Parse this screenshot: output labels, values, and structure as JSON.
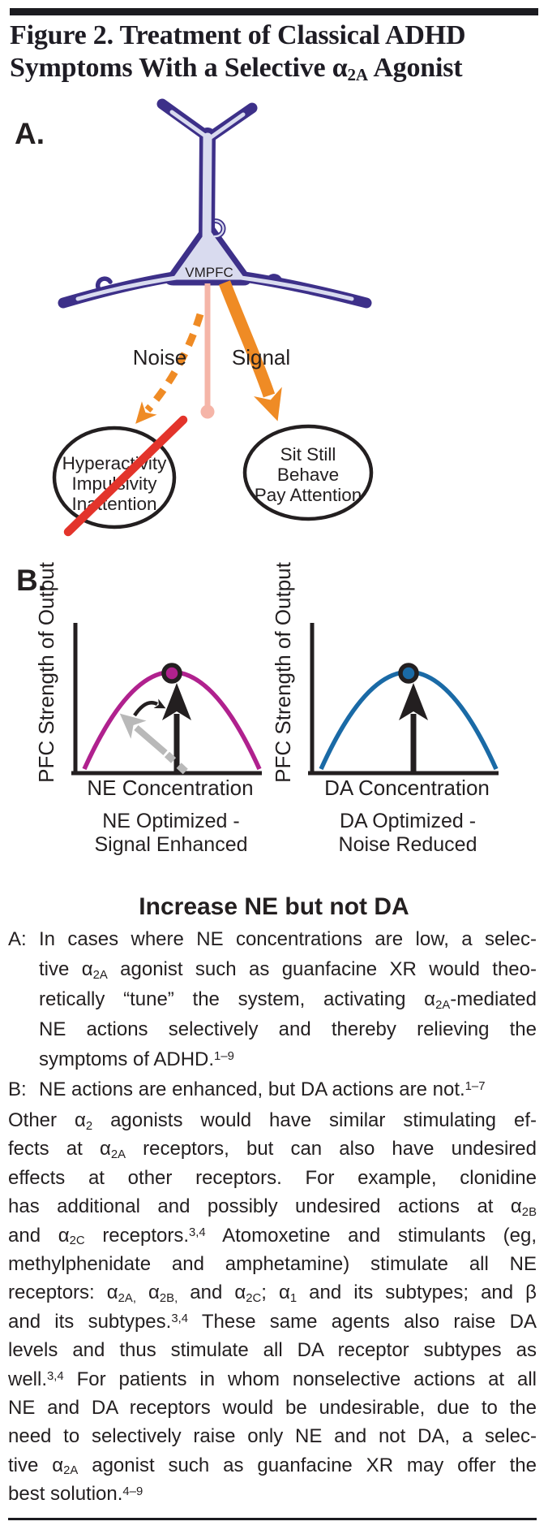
{
  "title": {
    "line1": "Figure 2. Treatment of Classical ADHD",
    "line2_segments": [
      {
        "t": "Symptoms With a Selective α"
      },
      {
        "sub": "2A"
      },
      {
        "t": " Agonist"
      }
    ]
  },
  "panel_a": {
    "label": "A.",
    "neuron_label": "VMPFC",
    "noise_label": "Noise",
    "signal_label": "Signal",
    "symptoms": [
      "Hyperactivity",
      "Impulsivity",
      "Inattention"
    ],
    "symptoms_blocked": true,
    "behaviors": [
      "Sit Still",
      "Behave",
      "Pay Attention"
    ]
  },
  "panel_b": {
    "label": "B."
  },
  "chart_data": [
    {
      "type": "line",
      "title": "NE Optimized - Signal Enhanced",
      "caption_lines": [
        "NE Optimized -",
        "Signal Enhanced"
      ],
      "xlabel": "NE Concentration",
      "ylabel": "PFC Strength of Output",
      "x": [
        0,
        1,
        2,
        3,
        4,
        5,
        6,
        7,
        8,
        9,
        10
      ],
      "y": [
        0,
        0.36,
        0.64,
        0.84,
        0.96,
        1.0,
        0.96,
        0.84,
        0.64,
        0.36,
        0
      ],
      "curve_color": "#b0218e",
      "peak_marker": {
        "x": 5,
        "y": 1.0
      },
      "grid": false,
      "annotations": [
        "black vertical arrow up at optimum",
        "gray tilted arrow with dashed tail (before state)",
        "curved arrow showing rotation from gray to black arrow"
      ]
    },
    {
      "type": "line",
      "title": "DA Optimized - Noise Reduced",
      "caption_lines": [
        "DA Optimized -",
        "Noise Reduced"
      ],
      "xlabel": "DA Concentration",
      "ylabel": "PFC Strength of Output",
      "x": [
        0,
        1,
        2,
        3,
        4,
        5,
        6,
        7,
        8,
        9,
        10
      ],
      "y": [
        0,
        0.36,
        0.64,
        0.84,
        0.96,
        1.0,
        0.96,
        0.84,
        0.64,
        0.36,
        0
      ],
      "curve_color": "#1a6aa6",
      "peak_marker": {
        "x": 5,
        "y": 1.0
      },
      "grid": false,
      "annotations": [
        "black vertical arrow up at optimum"
      ]
    }
  ],
  "heading": "Increase NE but not DA",
  "notes": [
    {
      "label": "A:",
      "lines": [
        [
          {
            "t": "In cases where NE concentrations are low, a selec-"
          }
        ],
        [
          {
            "t": "tive α"
          },
          {
            "sub": "2A"
          },
          {
            "t": " agonist such as guanfacine XR would theo-"
          }
        ],
        [
          {
            "t": "retically “tune” the system, activating α"
          },
          {
            "sub": "2A"
          },
          {
            "t": "-mediated"
          }
        ],
        [
          {
            "t": "NE actions selectively and thereby relieving the"
          }
        ],
        [
          {
            "t": "symptoms of ADHD."
          },
          {
            "sup": "1–9"
          }
        ]
      ]
    },
    {
      "label": "B:",
      "lines": [
        [
          {
            "t": "NE actions are enhanced, but DA actions are not."
          },
          {
            "sup": "1–7"
          }
        ]
      ]
    }
  ],
  "paragraph": {
    "lines": [
      [
        {
          "t": "Other α"
        },
        {
          "sub": "2"
        },
        {
          "t": " agonists would have similar stimulating ef-"
        }
      ],
      [
        {
          "t": "fects at α"
        },
        {
          "sub": "2A"
        },
        {
          "t": " receptors, but can also have undesired"
        }
      ],
      [
        {
          "t": "effects at other receptors. For example, clonidine"
        }
      ],
      [
        {
          "t": "has additional and possibly undesired actions at α"
        },
        {
          "sub": "2B"
        }
      ],
      [
        {
          "t": "and α"
        },
        {
          "sub": "2C"
        },
        {
          "t": " receptors."
        },
        {
          "sup": "3,4"
        },
        {
          "t": " Atomoxetine and stimulants (eg,"
        }
      ],
      [
        {
          "t": "methylphenidate and amphetamine) stimulate all NE"
        }
      ],
      [
        {
          "t": "receptors: α"
        },
        {
          "sub": "2A,"
        },
        {
          "t": " α"
        },
        {
          "sub": "2B,"
        },
        {
          "t": " and α"
        },
        {
          "sub": "2C"
        },
        {
          "t": "; α"
        },
        {
          "sub": "1"
        },
        {
          "t": " and its subtypes; and β"
        }
      ],
      [
        {
          "t": "and its subtypes."
        },
        {
          "sup": "3,4"
        },
        {
          "t": " These same agents also raise DA"
        }
      ],
      [
        {
          "t": "levels and thus stimulate all DA receptor subtypes as"
        }
      ],
      [
        {
          "t": "well."
        },
        {
          "sup": "3,4"
        },
        {
          "t": " For patients in whom nonselective actions at all"
        }
      ],
      [
        {
          "t": "NE and DA receptors would be undesirable, due to the"
        }
      ],
      [
        {
          "t": "need to selectively raise only NE and not DA, a selec-"
        }
      ],
      [
        {
          "t": "tive α"
        },
        {
          "sub": "2A"
        },
        {
          "t": " agonist such as guanfacine XR may offer the"
        }
      ],
      [
        {
          "t": "best solution."
        },
        {
          "sup": "4–9"
        }
      ]
    ]
  },
  "colors": {
    "ink": "#231f20",
    "rule": "#1b1b20",
    "neuron_outline": "#3d3089",
    "neuron_fill": "#d9dbef",
    "axon_pink": "#f5b5a8",
    "orange": "#ef8b25",
    "block_red": "#e3342b",
    "ne_curve": "#b0218e",
    "da_curve": "#1a6aa6",
    "gray_arrow": "#b9b9b9"
  }
}
